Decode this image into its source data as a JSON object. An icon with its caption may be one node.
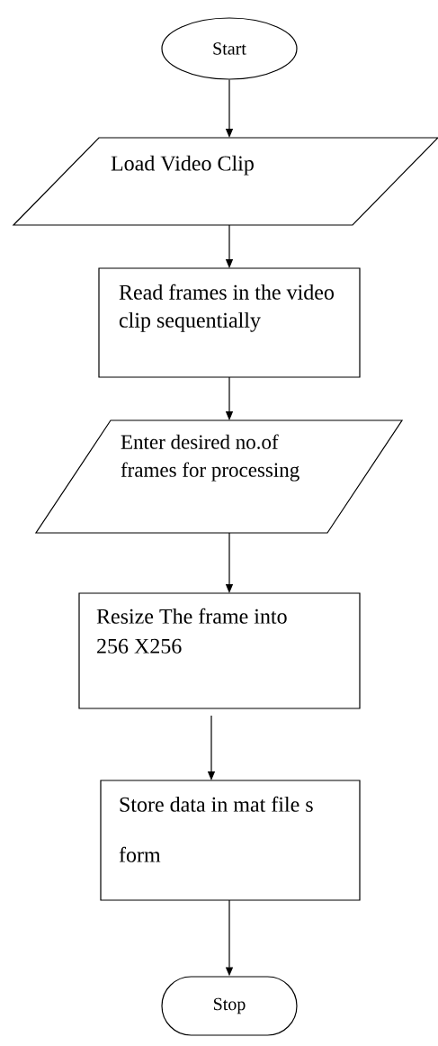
{
  "diagram": {
    "nodes": [
      {
        "text": [
          "Start"
        ]
      },
      {
        "text": [
          "Load Video Clip"
        ]
      },
      {
        "text": [
          "Read frames in the video clip sequentially"
        ]
      },
      {
        "text": [
          "Enter desired no.of frames for processing"
        ]
      },
      {
        "text": [
          "Resize The frame into 256 X256"
        ]
      },
      {
        "text": [
          "Store data in mat file s form"
        ]
      },
      {
        "text": [
          "Stop"
        ]
      }
    ],
    "edges": [
      {
        "from": 0,
        "to": 1,
        "arrow": "to"
      },
      {
        "from": 1,
        "to": 2,
        "arrow": "to"
      },
      {
        "from": 2,
        "to": 3,
        "arrow": "to"
      },
      {
        "from": 3,
        "to": 4,
        "arrow": "to"
      },
      {
        "from": 4,
        "to": 5,
        "arrow": "to"
      },
      {
        "from": 5,
        "to": 6,
        "arrow": "to"
      }
    ]
  }
}
